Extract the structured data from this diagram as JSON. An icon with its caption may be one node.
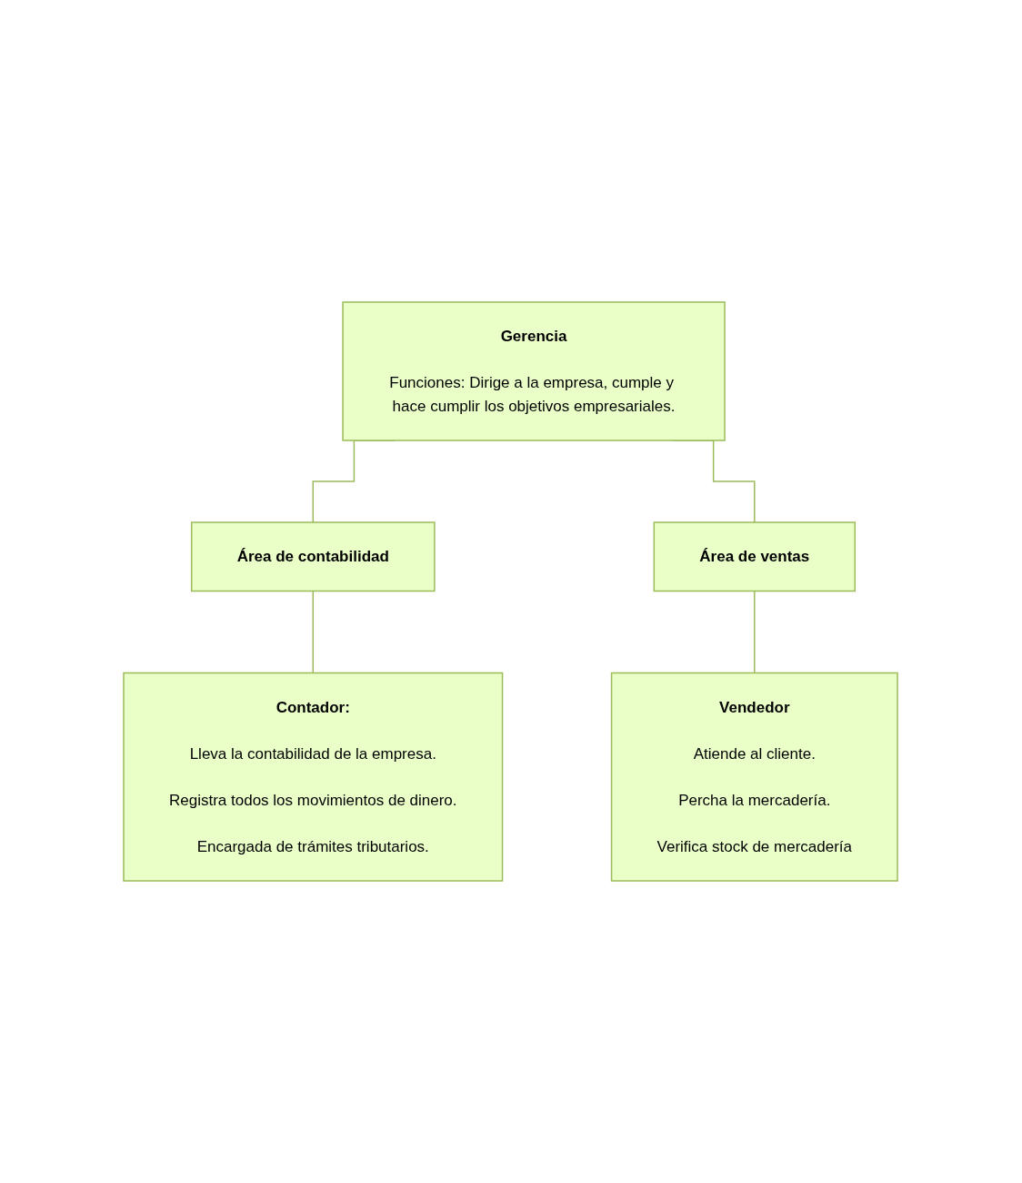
{
  "diagram": {
    "nodes": [
      {
        "text": [
          "Gerencia",
          "Funciones: Dirige a la empresa, cumple y hace cumplir los objetivos empresariales."
        ]
      },
      {
        "text": [
          "Área de contabilidad"
        ]
      },
      {
        "text": [
          "Área de ventas"
        ]
      },
      {
        "text": [
          "Contador:",
          "Lleva la contabilidad de la empresa.",
          "Registra todos los movimientos de dinero.",
          "Encargada de trámites tributarios."
        ]
      },
      {
        "text": [
          "Vendedor",
          "Atiende al cliente.",
          "Percha la mercadería.",
          "Verifica stock de mercadería"
        ]
      }
    ],
    "edges": [
      {
        "from": 0,
        "to": 1,
        "arrow": "none"
      },
      {
        "from": 0,
        "to": 2,
        "arrow": "none"
      },
      {
        "from": 1,
        "to": 3,
        "arrow": "none"
      },
      {
        "from": 2,
        "to": 4,
        "arrow": "none"
      }
    ]
  }
}
